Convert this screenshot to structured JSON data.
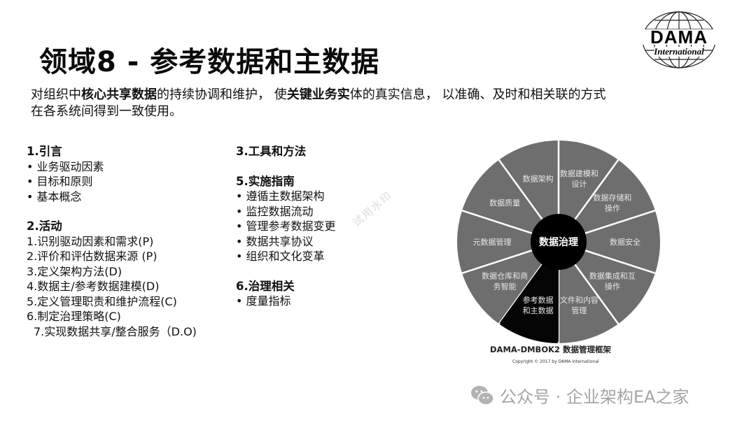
{
  "slide": {
    "title": "领域8 - 参考数据和主数据",
    "subtitle_parts": [
      {
        "text": "对组织中",
        "bold": false
      },
      {
        "text": "核心共享数据",
        "bold": true
      },
      {
        "text": "的持续协调和维护， 使",
        "bold": false
      },
      {
        "text": "关键业务实",
        "bold": true
      },
      {
        "text": "体的真实信息， 以准确、及时和相关联的方式",
        "bold": false
      },
      {
        "text": "在各系统间得到一致使用。",
        "bold": false
      }
    ],
    "logo": {
      "main": "DAMA",
      "sub": "International",
      "icon": "globe-icon"
    },
    "watermark": "试用水印"
  },
  "left_column": {
    "sections": [
      {
        "heading": "1.引言",
        "items": [
          "业务驱动因素",
          "目标和原则",
          "基本概念"
        ]
      },
      {
        "heading": "2.活动",
        "items": [
          "1.识别驱动因素和需求(P)",
          "2.评价和评估数据来源 (P)",
          "3.定义架构方法(D)",
          "4.数据主/参考数据建模(D)",
          "5.定义管理职责和维护流程(C)",
          "6.制定治理策略(C)",
          "7.实现数据共享/整合服务（D.O)"
        ]
      }
    ]
  },
  "right_column": {
    "sections": [
      {
        "heading": "3.工具和方法",
        "items": []
      },
      {
        "heading": "5.实施指南",
        "items": [
          "遵循主数据架构",
          "监控数据流动",
          "管理参考数据变更",
          "数据共享协议",
          "组织和文化变革"
        ]
      },
      {
        "heading": "6.治理相关",
        "items": [
          "度量指标"
        ]
      }
    ]
  },
  "wheel": {
    "center": "数据治理",
    "segments": [
      {
        "label": [
          "数据建模和",
          "设计"
        ],
        "highlight": false
      },
      {
        "label": [
          "数据存储和",
          "操作"
        ],
        "highlight": false
      },
      {
        "label": [
          "数据安全"
        ],
        "highlight": false
      },
      {
        "label": [
          "数据集成和互",
          "操作"
        ],
        "highlight": false
      },
      {
        "label": [
          "文件和内容",
          "管理"
        ],
        "highlight": false
      },
      {
        "label": [
          "参考数据",
          "和主数据"
        ],
        "highlight": true
      },
      {
        "label": [
          "数据仓库和商",
          "务智能"
        ],
        "highlight": false
      },
      {
        "label": [
          "元数据管理"
        ],
        "highlight": false
      },
      {
        "label": [
          "数据质量"
        ],
        "highlight": false
      },
      {
        "label": [
          "数据架构"
        ],
        "highlight": false
      }
    ],
    "colors": {
      "segment": "#6e6e6e",
      "highlight": "#050505",
      "hub": "#000000",
      "divider": "#ffffff",
      "text": "#e6e6e6"
    },
    "caption": "DAMA-DMBOK2 数据管理框架",
    "copyright": "Copyright © 2017  by DAMA International"
  },
  "footer": {
    "icon": "wechat-icon",
    "text": "公众号 · 企业架构EA之家"
  }
}
